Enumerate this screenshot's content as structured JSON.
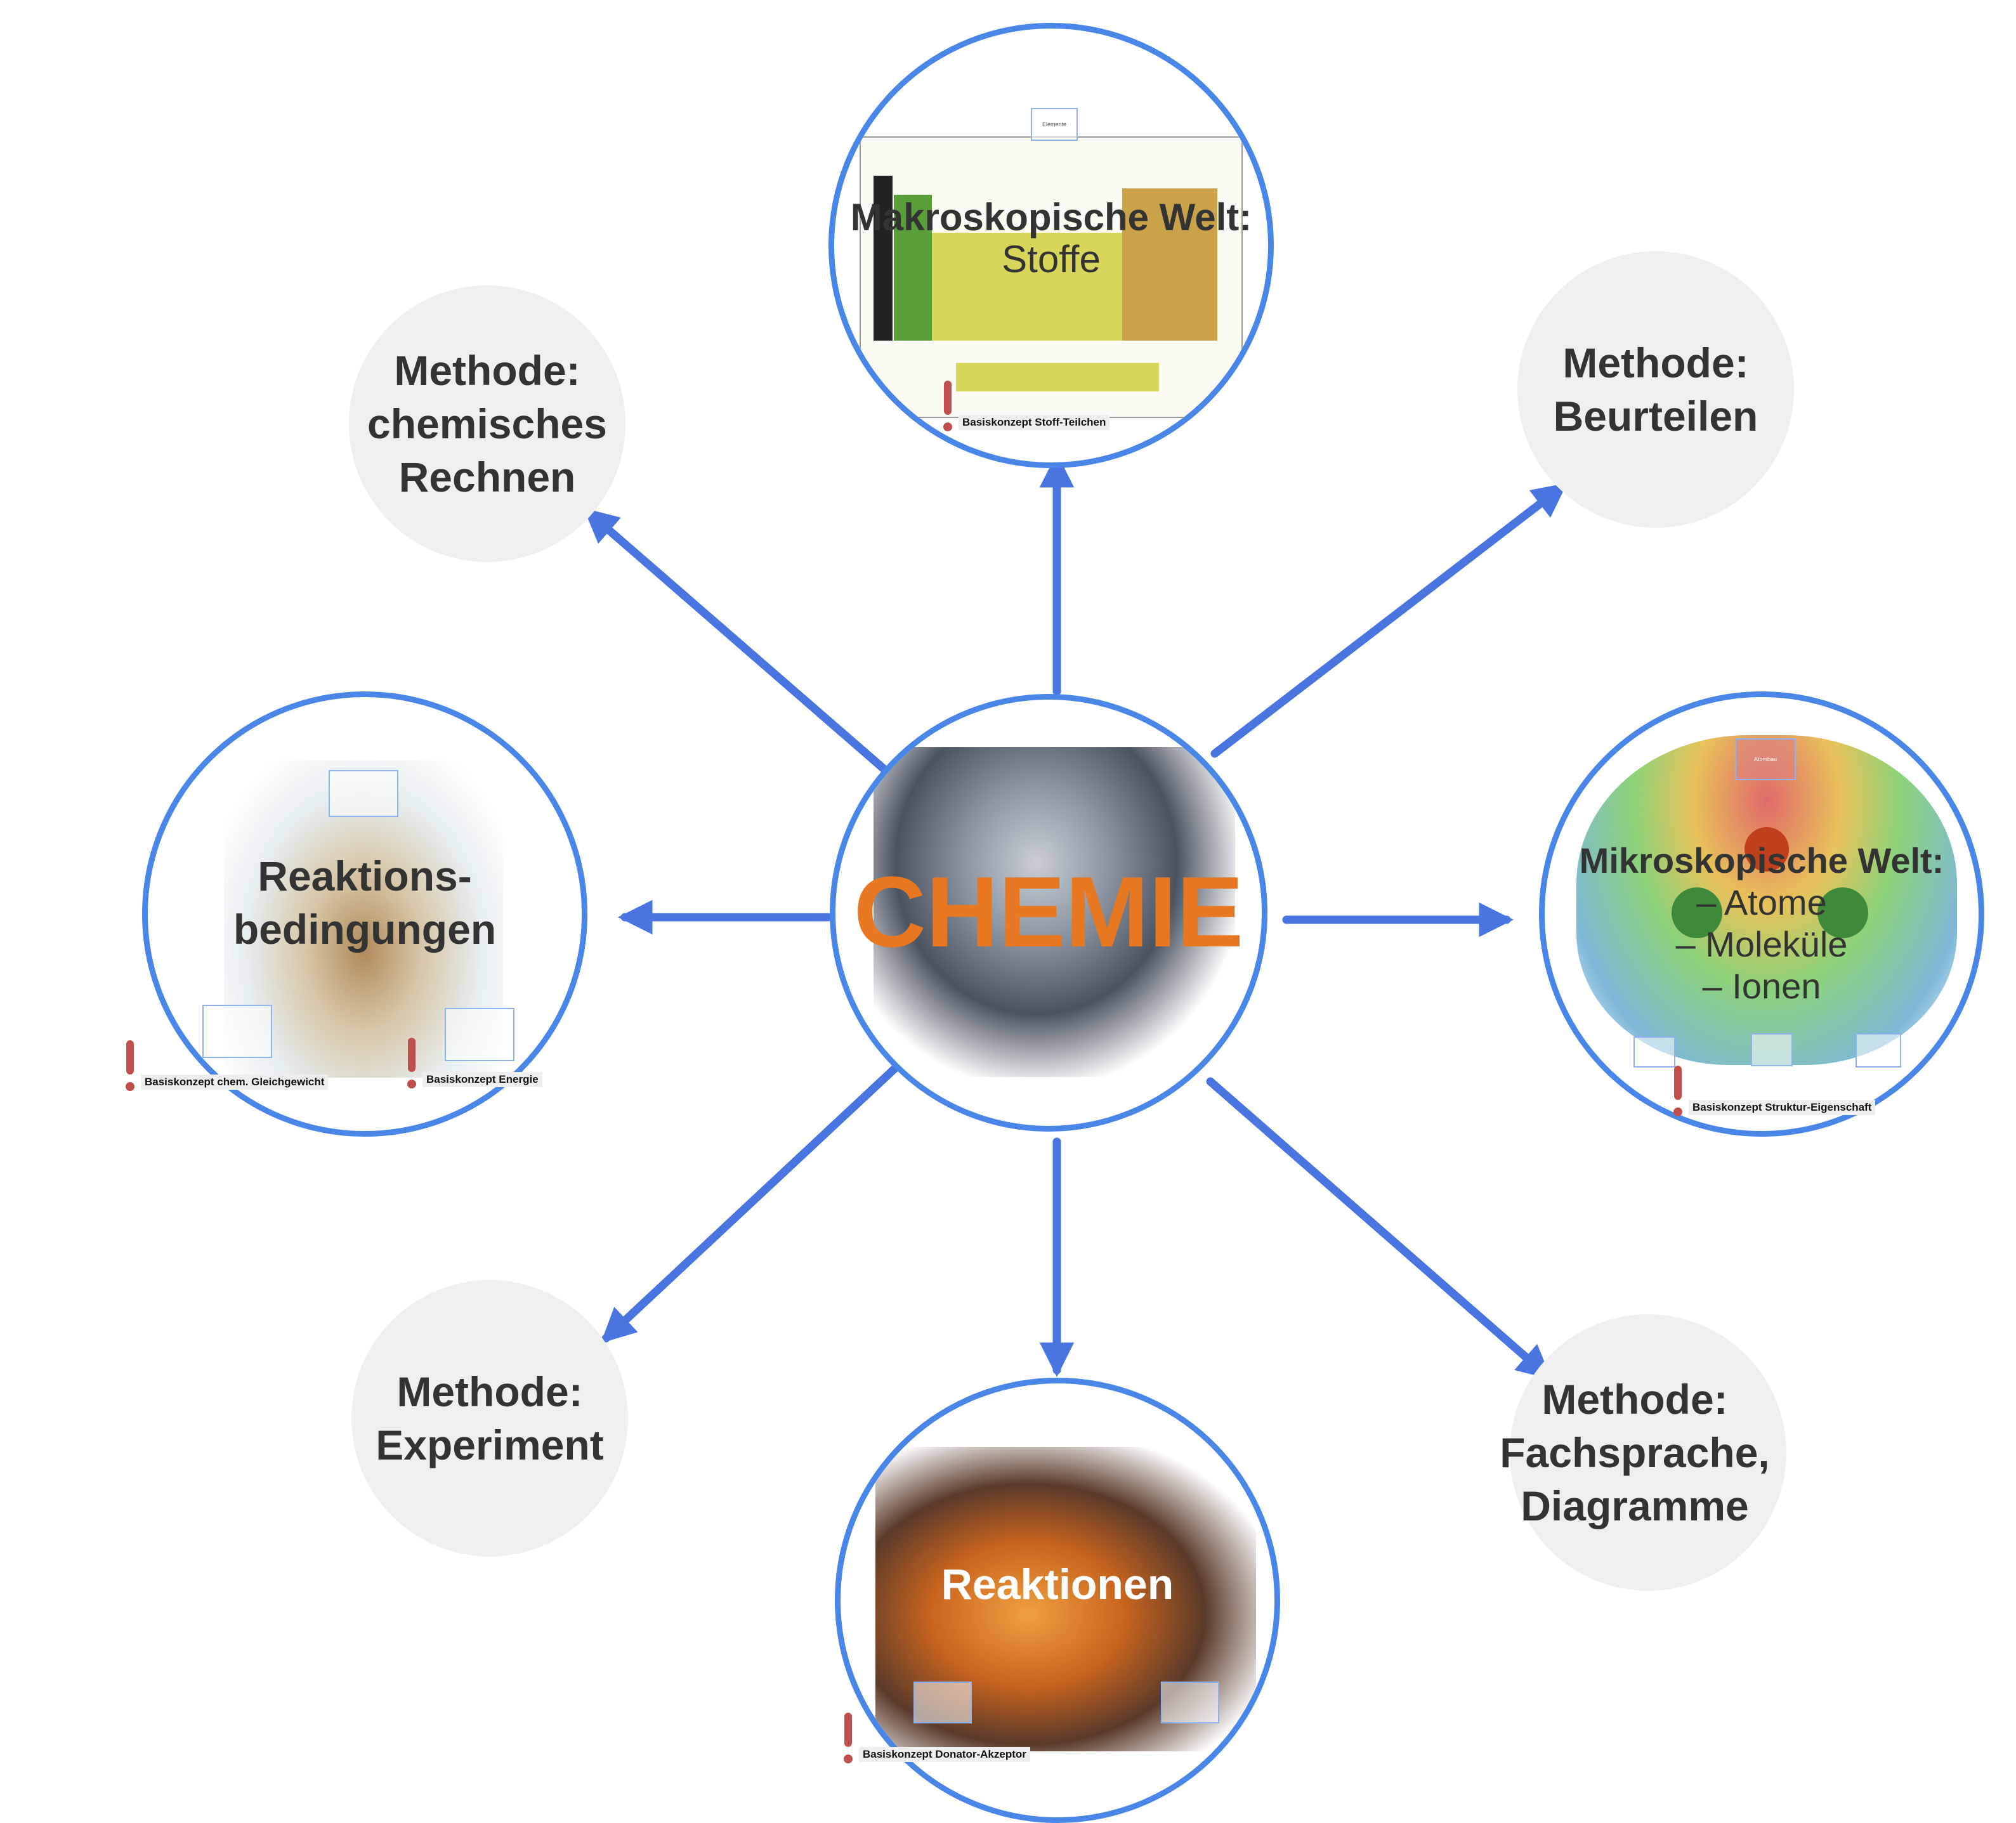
{
  "center": {
    "title": "CHEMIE"
  },
  "nodes": {
    "makro": {
      "line1": "Makroskopische Welt:",
      "line2": "Stoffe",
      "concept": "Basiskonzept Stoff-Teilchen",
      "mini_label": "Elemente"
    },
    "mikro": {
      "line1": "Mikroskopische Welt:",
      "items": [
        "– Atome",
        "– Moleküle",
        "– Ionen"
      ],
      "concept": "Basiskonzept Struktur-Eigenschaft",
      "mini_label": "Atombau"
    },
    "reaktionen": {
      "title": "Reaktionen",
      "concept": "Basiskonzept Donator-Akzeptor"
    },
    "bedingungen": {
      "line1": "Reaktions-",
      "line2": "bedingungen",
      "concepts": [
        "Basiskonzept chem. Gleichgewicht",
        "Basiskonzept Energie"
      ]
    },
    "rechnen": {
      "lines": [
        "Methode:",
        "chemisches",
        "Rechnen"
      ]
    },
    "beurteilen": {
      "lines": [
        "Methode:",
        "Beurteilen"
      ]
    },
    "experiment": {
      "lines": [
        "Methode:",
        "Experiment"
      ]
    },
    "fachsprache": {
      "lines": [
        "Methode:",
        "Fachsprache,",
        "Diagramme"
      ]
    }
  },
  "colors": {
    "ring": "#4a86e8",
    "arrow": "#4a74e0",
    "title_orange": "#e87722",
    "grey_fill": "#efefef",
    "concept_mark": "#c0504d"
  }
}
